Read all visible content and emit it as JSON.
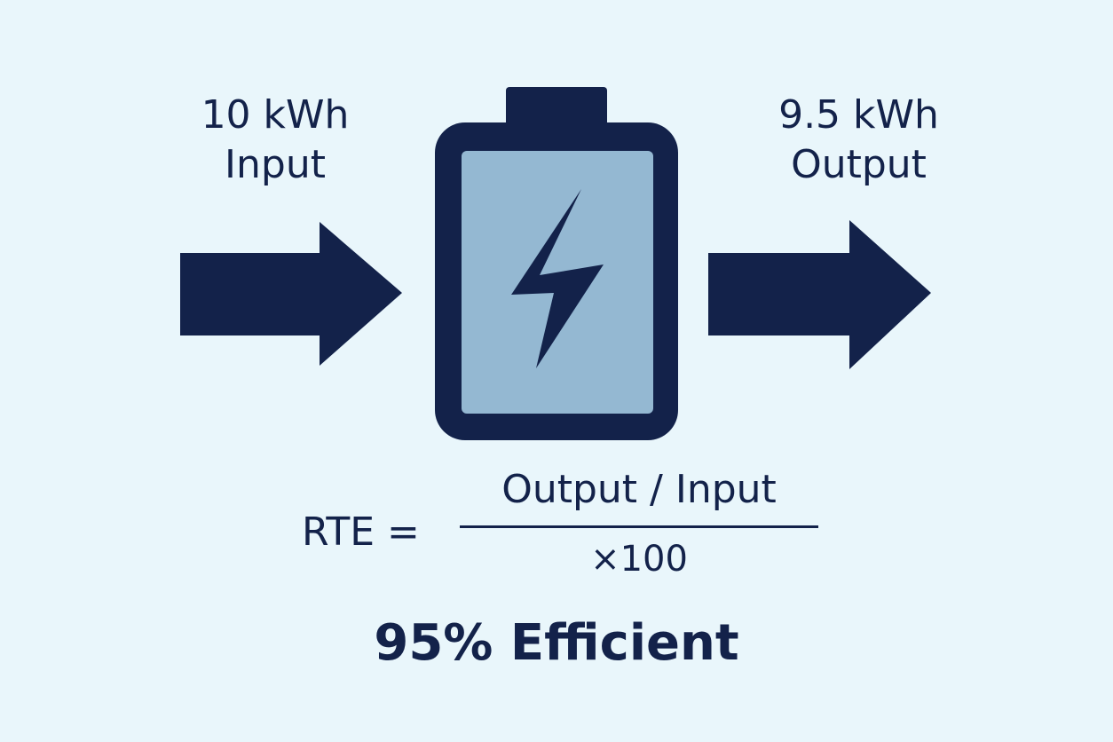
{
  "input": {
    "amount": "10 kWh",
    "word": "Input"
  },
  "output": {
    "amount": "9.5 kWh",
    "word": "Output"
  },
  "formula": {
    "lhs": "RTE =",
    "numerator": "Output / Input",
    "denominator": "×100"
  },
  "result": "95% Efficient",
  "icons": [
    "input-arrow-icon",
    "battery-icon",
    "lightning-bolt-icon",
    "output-arrow-icon"
  ],
  "colors": {
    "background": "#e9f6fb",
    "dark_navy": "#13224a",
    "battery_fill": "#94b8d2"
  }
}
